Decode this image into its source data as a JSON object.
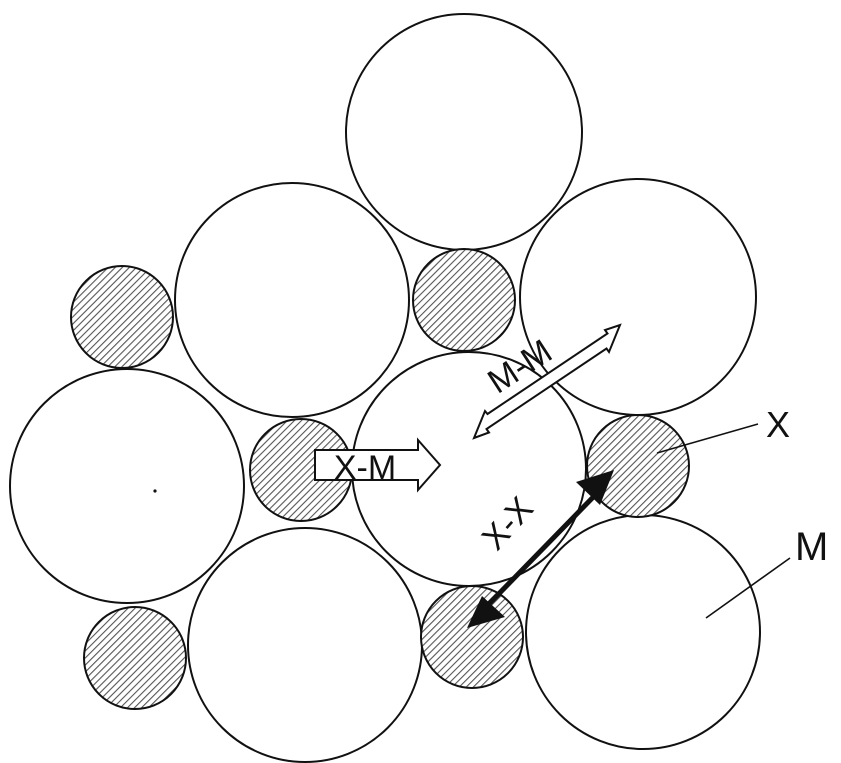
{
  "labels": {
    "x_ion": "X",
    "m_ion": "M",
    "mm_contact": "M-M",
    "xm_contact": "X-M",
    "xx_contact": "X-X"
  },
  "colors": {
    "line": "#111111",
    "hatch": "#555555",
    "background": "#ffffff"
  }
}
